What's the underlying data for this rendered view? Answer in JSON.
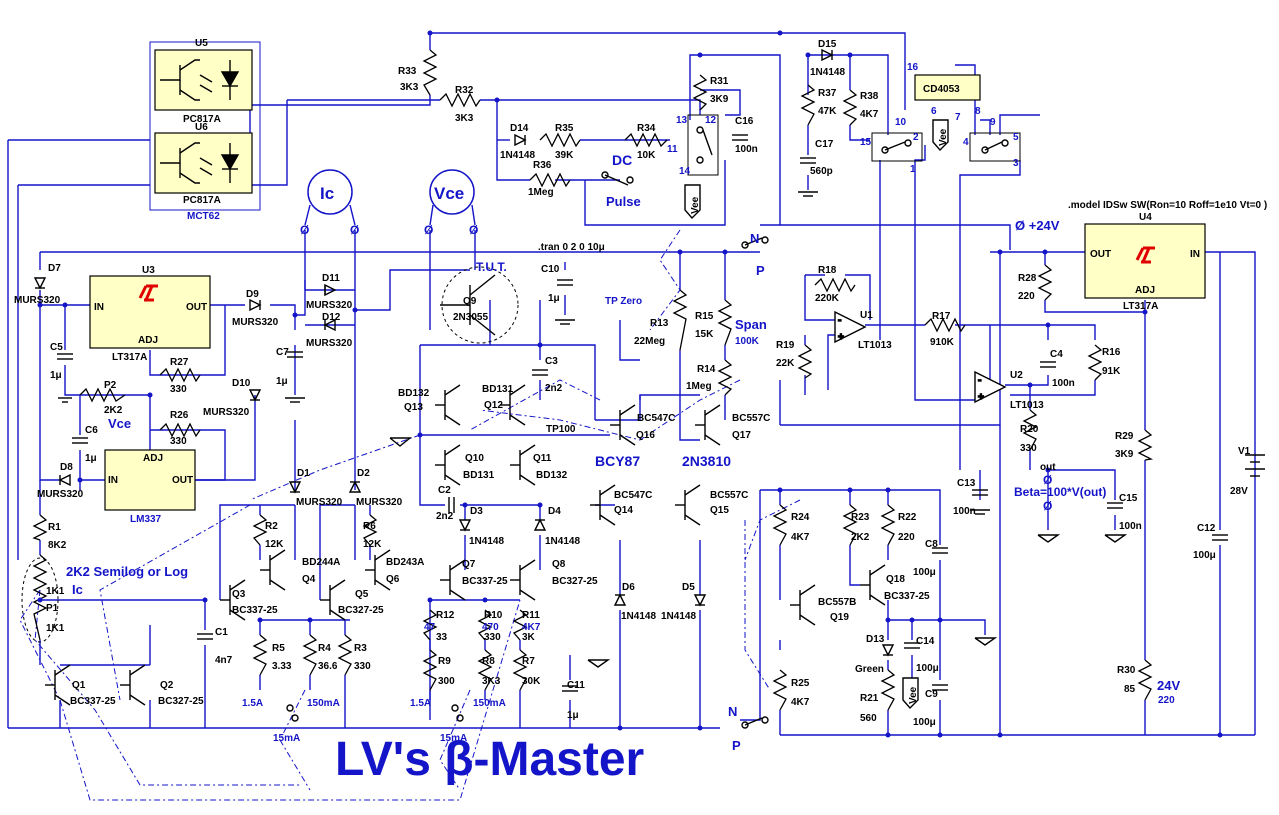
{
  "title": "LV's  β-Master",
  "model_line": ".model IDSw SW(Ron=10 Roff=1e10 Vt=0 )",
  "tran_line": ".tran 0 2 0 10μ",
  "meters": {
    "ic": "Ic",
    "vce": "Vce"
  },
  "supply": {
    "label": "+24V",
    "v1": "V1",
    "v1_value": "28V"
  },
  "tut_label": "T.U.T.",
  "out_expr": "Beta=100*V(out)",
  "out_node": "out",
  "tp_zero": "TP Zero",
  "tp100": "TP100",
  "switch_labels": {
    "dc": "DC",
    "pulse": "Pulse",
    "n": "N",
    "p": "P"
  },
  "span_label": "Span",
  "span_value": "100K",
  "semilog_label": "2K2 Semilog or Log",
  "ic_label": "Ic",
  "vce_label": "Vce",
  "green_label": "Green",
  "r30_value": "24V",
  "r30_sub": "220",
  "vee": "Vee",
  "ics": {
    "u3": {
      "ref": "U3",
      "part": "LT317A",
      "in": "IN",
      "out": "OUT",
      "adj": "ADJ"
    },
    "u4": {
      "ref": "U4",
      "part": "LT317A",
      "in": "IN",
      "out": "OUT",
      "adj": "ADJ"
    },
    "lm337": {
      "part": "LM337",
      "in": "IN",
      "out": "OUT",
      "adj": "ADJ"
    },
    "cd4053": {
      "part": "CD4053",
      "pin16": "16"
    },
    "u5": {
      "ref": "U5",
      "part": "PC817A"
    },
    "u6": {
      "ref": "U6",
      "part": "PC817A"
    },
    "mct": "MCT62",
    "u1": {
      "ref": "U1",
      "part": "LT1013"
    },
    "u2": {
      "ref": "U2",
      "part": "LT1013"
    }
  },
  "resistors": [
    {
      "ref": "R33",
      "val": "3K3"
    },
    {
      "ref": "R32",
      "val": "3K3"
    },
    {
      "ref": "R31",
      "val": "3K9"
    },
    {
      "ref": "R35",
      "val": "39K"
    },
    {
      "ref": "R34",
      "val": "10K"
    },
    {
      "ref": "R36",
      "val": "1Meg"
    },
    {
      "ref": "R37",
      "val": "47K"
    },
    {
      "ref": "R38",
      "val": "4K7"
    },
    {
      "ref": "R18",
      "val": "220K"
    },
    {
      "ref": "R19",
      "val": "22K"
    },
    {
      "ref": "R17",
      "val": "910K"
    },
    {
      "ref": "R16",
      "val": "91K"
    },
    {
      "ref": "R28",
      "val": "220"
    },
    {
      "ref": "R27",
      "val": "330"
    },
    {
      "ref": "R26",
      "val": "330"
    },
    {
      "ref": "R13",
      "val": "22Meg"
    },
    {
      "ref": "R14",
      "val": "1Meg"
    },
    {
      "ref": "R15",
      "val": "15K"
    },
    {
      "ref": "R20",
      "val": "330"
    },
    {
      "ref": "R29",
      "val": "3K9"
    },
    {
      "ref": "R1",
      "val": "8K2"
    },
    {
      "ref": "R2",
      "val": "12K"
    },
    {
      "ref": "R6",
      "val": "12K"
    },
    {
      "ref": "R5",
      "val": "3.33"
    },
    {
      "ref": "R4",
      "val": "36.6"
    },
    {
      "ref": "R3",
      "val": "330"
    },
    {
      "ref": "R12",
      "val": "33"
    },
    {
      "ref": "R10",
      "val": "330"
    },
    {
      "ref": "R11",
      "val": "3K"
    },
    {
      "ref": "R9",
      "val": "300"
    },
    {
      "ref": "R8",
      "val": "3K3"
    },
    {
      "ref": "R7",
      "val": "30K"
    },
    {
      "ref": "R24",
      "val": "4K7"
    },
    {
      "ref": "R23",
      "val": "2K2"
    },
    {
      "ref": "R22",
      "val": "220"
    },
    {
      "ref": "R25",
      "val": "4K7"
    },
    {
      "ref": "R21",
      "val": "560"
    },
    {
      "ref": "R30",
      "val": "85"
    }
  ],
  "caps": [
    {
      "ref": "C16",
      "val": "100n"
    },
    {
      "ref": "C17",
      "val": "560p"
    },
    {
      "ref": "C10",
      "val": "1μ"
    },
    {
      "ref": "C5",
      "val": "1μ"
    },
    {
      "ref": "C7",
      "val": "1μ"
    },
    {
      "ref": "C6",
      "val": "1μ"
    },
    {
      "ref": "C3",
      "val": "2n2"
    },
    {
      "ref": "C2",
      "val": "2n2"
    },
    {
      "ref": "C4",
      "val": "100n"
    },
    {
      "ref": "C13",
      "val": "100n"
    },
    {
      "ref": "C15",
      "val": "100n"
    },
    {
      "ref": "C12",
      "val": "100μ"
    },
    {
      "ref": "C8",
      "val": "100μ"
    },
    {
      "ref": "C14",
      "val": "100μ"
    },
    {
      "ref": "C9",
      "val": "100μ"
    },
    {
      "ref": "C1",
      "val": "4n7"
    },
    {
      "ref": "C11",
      "val": "1μ"
    }
  ],
  "diodes": [
    {
      "ref": "D15",
      "val": "1N4148"
    },
    {
      "ref": "D14",
      "val": "1N4148"
    },
    {
      "ref": "D7",
      "val": "MURS320"
    },
    {
      "ref": "D9",
      "val": "MURS320"
    },
    {
      "ref": "D11",
      "val": "MURS320"
    },
    {
      "ref": "D12",
      "val": "MURS320"
    },
    {
      "ref": "D10",
      "val": "MURS320"
    },
    {
      "ref": "D8",
      "val": "MURS320"
    },
    {
      "ref": "D1",
      "val": "MURS320"
    },
    {
      "ref": "D2",
      "val": "MURS320"
    },
    {
      "ref": "D3",
      "val": "1N4148"
    },
    {
      "ref": "D4",
      "val": "1N4148"
    },
    {
      "ref": "D6",
      "val": "1N4148"
    },
    {
      "ref": "D5",
      "val": "1N4148"
    },
    {
      "ref": "D13",
      "val": "Green"
    }
  ],
  "transistors": [
    {
      "ref": "Q9",
      "val": "2N3055"
    },
    {
      "ref": "Q13",
      "val": "BD132"
    },
    {
      "ref": "Q12",
      "val": "BD131"
    },
    {
      "ref": "Q10",
      "val": "BD131"
    },
    {
      "ref": "Q11",
      "val": "BD132"
    },
    {
      "ref": "Q16",
      "val": "BC547C"
    },
    {
      "ref": "Q17",
      "val": "BC557C"
    },
    {
      "ref": "Q14",
      "val": "BC547C"
    },
    {
      "ref": "Q15",
      "val": "BC557C"
    },
    {
      "ref": "Q3",
      "val": "BC337-25"
    },
    {
      "ref": "Q4",
      "val": "BD244A"
    },
    {
      "ref": "Q5",
      "val": "BC327-25"
    },
    {
      "ref": "Q6",
      "val": "BD243A"
    },
    {
      "ref": "Q7",
      "val": "BC337-25"
    },
    {
      "ref": "Q8",
      "val": "BC327-25"
    },
    {
      "ref": "Q1",
      "val": "BC337-25"
    },
    {
      "ref": "Q2",
      "val": "BC327-25"
    },
    {
      "ref": "Q18",
      "val": "BC337-25"
    },
    {
      "ref": "Q19",
      "val": "BC557B"
    }
  ],
  "pots": [
    {
      "ref": "P2",
      "val": "2K2"
    },
    {
      "ref": "P1",
      "val": "1K1"
    }
  ],
  "pot_p1_top": "1K1",
  "range_labels": {
    "r1_5a": "1.5A",
    "r150ma": "150mA",
    "r15ma": "15mA",
    "r1_5a_b": "1.5A",
    "r150ma_b": "150mA",
    "r15ma_b": "15mA"
  },
  "overlay_labels": {
    "bcy87": "BCY87",
    "n2n3810": "2N3810"
  },
  "alt_vals": {
    "r12": "47",
    "r10": "470",
    "r11": "4K7"
  },
  "cd_pins": [
    "10",
    "2",
    "15",
    "1",
    "9",
    "5",
    "4",
    "3",
    "6",
    "7",
    "8",
    "13",
    "12",
    "11",
    "14"
  ],
  "colors": {
    "wire": "#1414c8",
    "ic_fill": "#ffffc6",
    "logo": "#e00000"
  }
}
